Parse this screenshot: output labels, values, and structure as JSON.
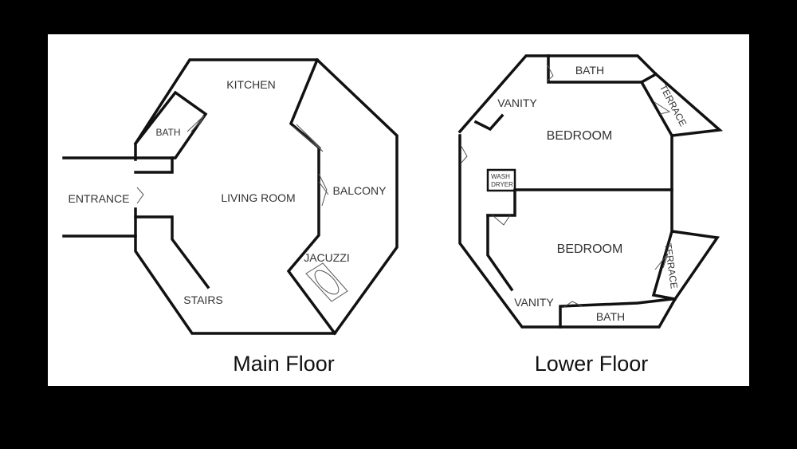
{
  "main_floor": {
    "caption": "Main Floor",
    "rooms": {
      "kitchen": "KITCHEN",
      "bath": "BATH",
      "entrance": "ENTRANCE",
      "living_room": "LIVING ROOM",
      "balcony": "BALCONY",
      "jacuzzi": "JACUZZI",
      "stairs": "STAIRS"
    }
  },
  "lower_floor": {
    "caption": "Lower Floor",
    "rooms": {
      "bath_top": "BATH",
      "vanity_top": "VANITY",
      "terrace_top": "TERRACE",
      "bedroom_top": "BEDROOM",
      "wash": "WASH",
      "dryer": "DRYER",
      "bedroom_bottom": "BEDROOM",
      "terrace_bottom": "TERRACE",
      "vanity_bottom": "VANITY",
      "bath_bottom": "BATH"
    }
  }
}
